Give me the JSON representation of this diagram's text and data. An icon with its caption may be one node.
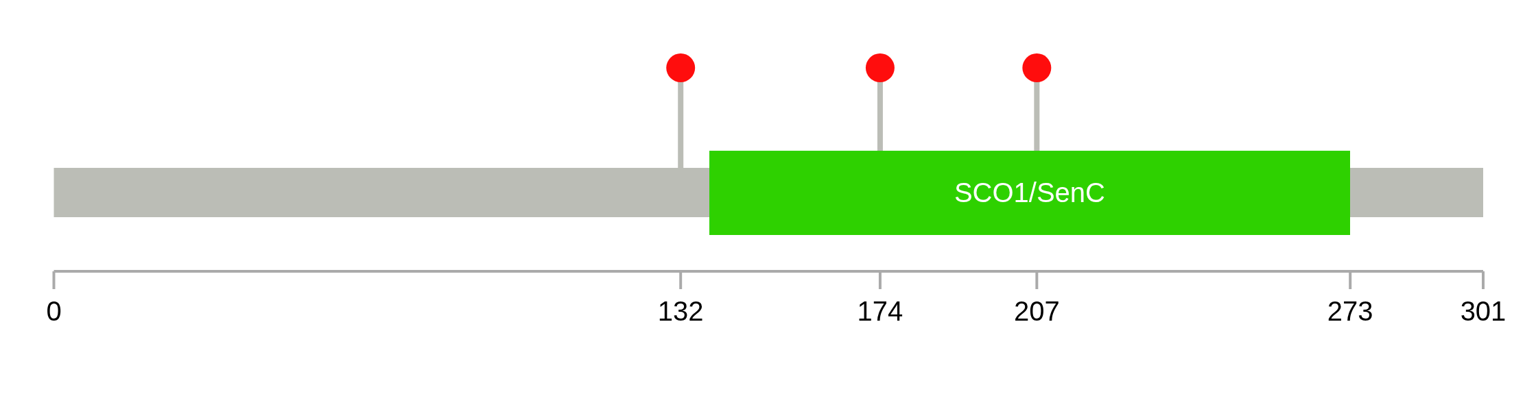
{
  "diagram": {
    "nodes": [
      {
        "text": [
          "SCO1/SenC"
        ]
      }
    ],
    "labels": [
      "0",
      "132",
      "174",
      "207",
      "273",
      "301"
    ]
  }
}
